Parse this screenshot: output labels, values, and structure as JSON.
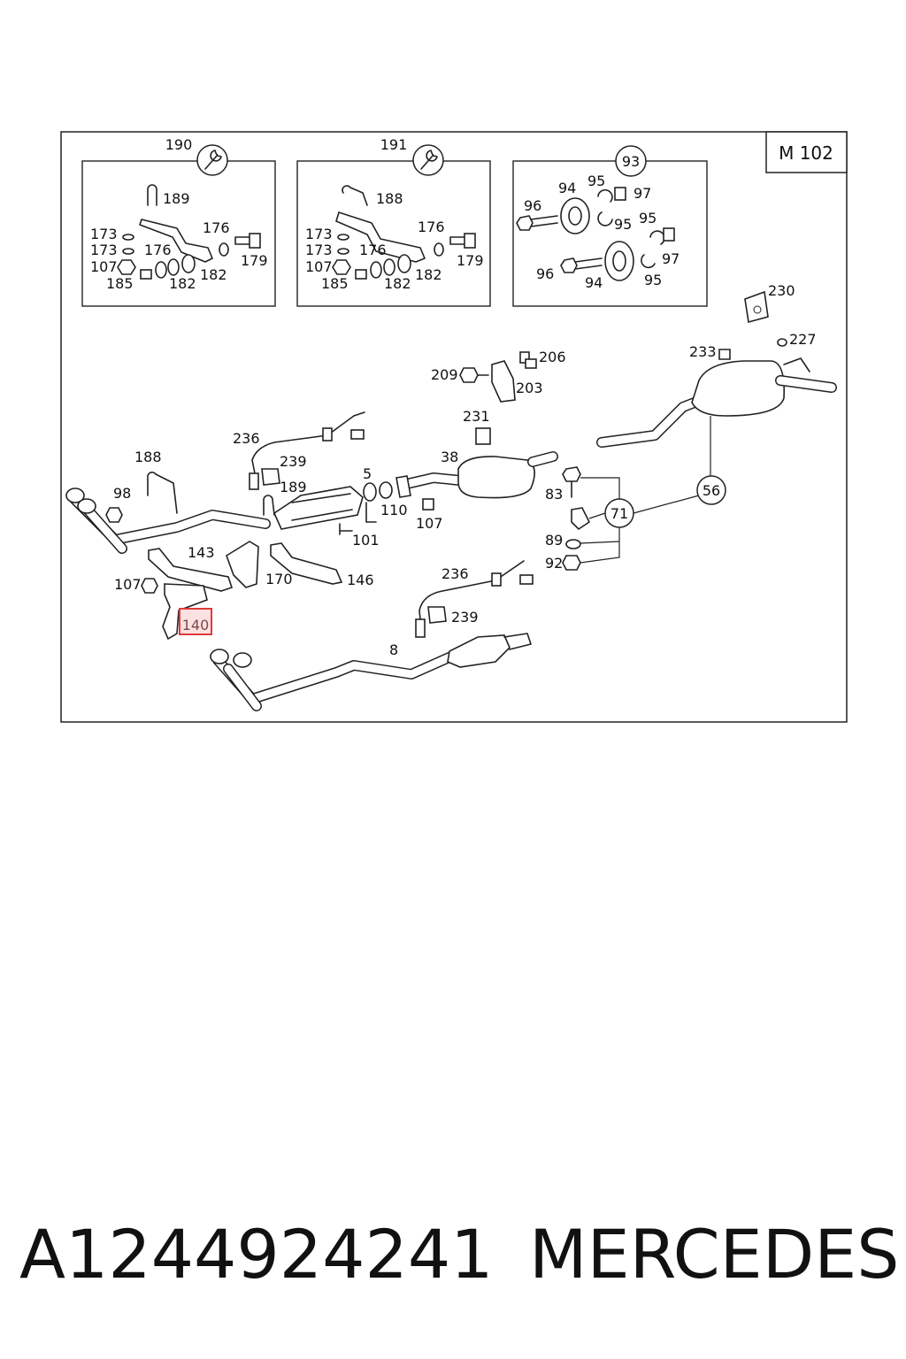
{
  "model_badge": "M 102",
  "kits": [
    {
      "id": "190",
      "labels": [
        "189",
        "176",
        "173",
        "173",
        "176",
        "107",
        "185",
        "182",
        "182",
        "179"
      ]
    },
    {
      "id": "191",
      "labels": [
        "188",
        "176",
        "173",
        "173",
        "176",
        "107",
        "185",
        "182",
        "182",
        "179"
      ]
    },
    {
      "id": "93",
      "labels": [
        "95",
        "94",
        "97",
        "96",
        "95",
        "95",
        "96",
        "94",
        "97",
        "95"
      ]
    }
  ],
  "callouts": {
    "c230": "230",
    "c227": "227",
    "c233": "233",
    "c209": "209",
    "c206": "206",
    "c203": "203",
    "c231": "231",
    "c236a": "236",
    "c239a": "239",
    "c188": "188",
    "c98": "98",
    "c189": "189",
    "c5": "5",
    "c38": "38",
    "c110": "110",
    "c107a": "107",
    "c101": "101",
    "c143": "143",
    "c170": "170",
    "c146": "146",
    "c107b": "107",
    "c140": "140",
    "c83": "83",
    "c71": "71",
    "c56": "56",
    "c89": "89",
    "c92": "92",
    "c236b": "236",
    "c239b": "239",
    "c8": "8"
  },
  "highlighted_part": "140",
  "highlight_color": "#e03a3a",
  "footer": {
    "part_number": "A1244924241",
    "brand": "MERCEDES"
  }
}
